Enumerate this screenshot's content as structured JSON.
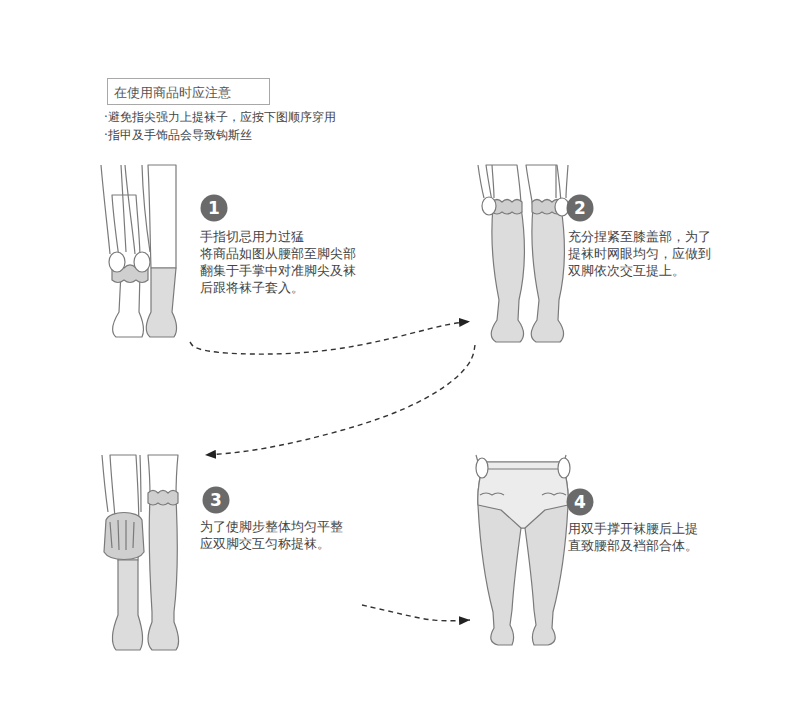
{
  "diagram": {
    "nodes": [
      {
        "text": [
          "在使用商品时应注意"
        ]
      },
      {
        "text": [
          "1",
          "手指切忌用力过猛 将商品如图从腰部至脚尖部 翻集于手掌中对准脚尖及袜 后跟将袜子套入。"
        ]
      },
      {
        "text": [
          "2",
          "充分捏紧至膝盖部，为了 提袜时网眼均匀，应做到 双脚依次交互提上。"
        ]
      },
      {
        "text": [
          "3",
          "为了使脚步整体均匀平整 应双脚交互匀称提袜。"
        ]
      },
      {
        "text": [
          "4",
          "用双手撑开袜腰后上提 直致腰部及裆部合体。"
        ]
      }
    ],
    "edges": [
      {
        "from": 1,
        "to": 2,
        "arrow": "to"
      },
      {
        "from": 2,
        "to": 3,
        "arrow": "to"
      },
      {
        "from": 3,
        "to": 4,
        "arrow": "to"
      }
    ],
    "labels": [
      "·避免指尖强力上提袜子，应按下图顺序穿用",
      "·指甲及手饰品会导致钩斯丝"
    ]
  }
}
